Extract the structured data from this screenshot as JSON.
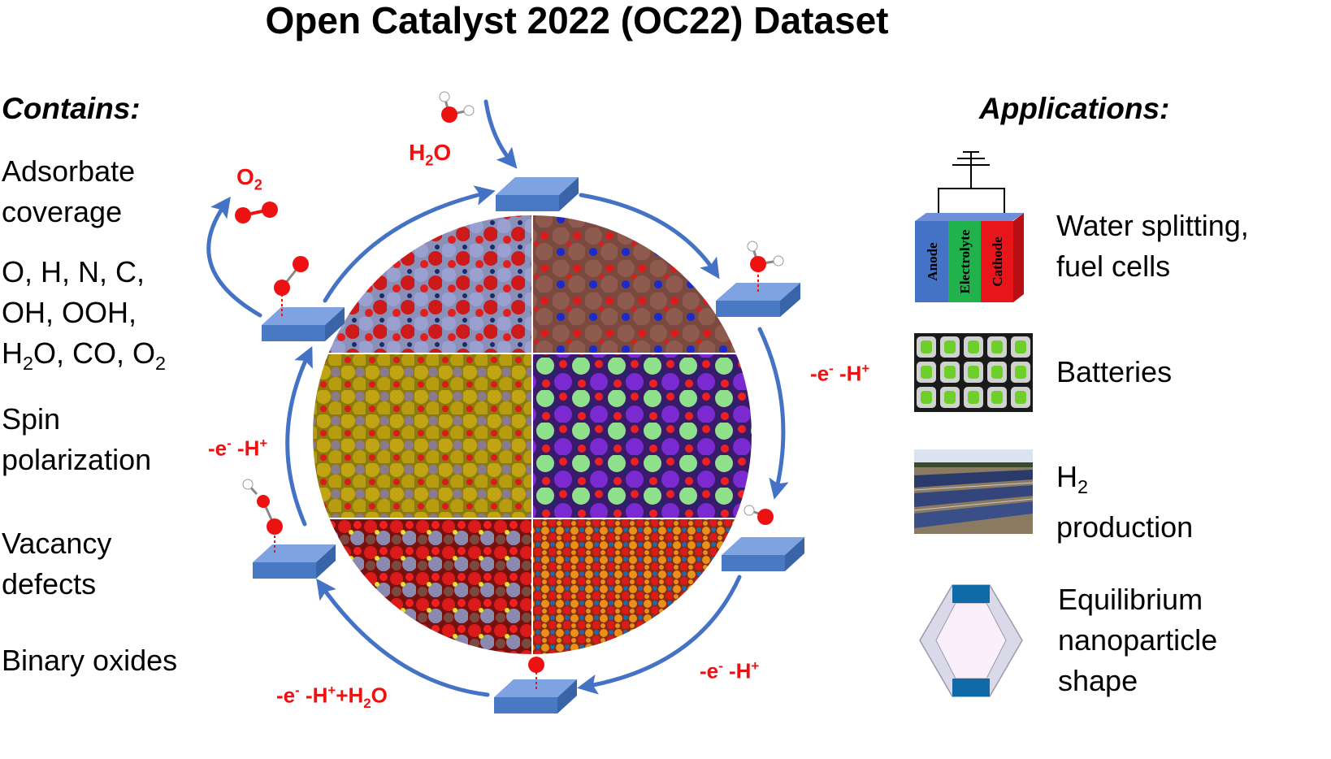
{
  "title": "Open Catalyst 2022 (OC22) Dataset",
  "contains": {
    "heading": "Contains:",
    "items": [
      {
        "line1": "Adsorbate",
        "line2": "coverage"
      },
      {
        "line1": "O, H, N, C,",
        "line2": "OH, OOH,",
        "line3a": "H",
        "line3sub": "2",
        "line3b": "O, CO, O",
        "line3sub2": "2"
      },
      {
        "line1": "Spin",
        "line2": "polarization"
      },
      {
        "line1": "Vacancy",
        "line2": "defects"
      },
      {
        "line1": "Binary oxides"
      }
    ]
  },
  "applications": {
    "heading": "Applications:",
    "items": [
      {
        "line1": "Water splitting,",
        "line2": "fuel cells"
      },
      {
        "line1": "Batteries"
      },
      {
        "line1a": "H",
        "line1sub": "2",
        "line2": "production"
      },
      {
        "line1": "Equilibrium",
        "line2": "nanoparticle",
        "line3": "shape"
      }
    ],
    "cell_labels": {
      "anode": "Anode",
      "electrolyte": "Electrolyte",
      "cathode": "Cathode"
    }
  },
  "cycle_labels": {
    "h2o": {
      "a": "H",
      "sub": "2",
      "b": "O"
    },
    "o2": {
      "a": "O",
      "sub": "2"
    },
    "step_right": {
      "a": "-e",
      "sup1": "-",
      "b": " -H",
      "sup2": "+"
    },
    "step_left": {
      "a": "-e",
      "sup1": "-",
      "b": " -H",
      "sup2": "+"
    },
    "step_bottom_right": {
      "a": "-e",
      "sup1": "-",
      "b": " -H",
      "sup2": "+"
    },
    "step_bottom_left": {
      "a": "-e",
      "sup1": "-",
      "b": " -H",
      "sup2": "+",
      "c": "+H",
      "sub": "2",
      "d": "O"
    }
  },
  "colors": {
    "accent_red": "#ee1111",
    "arrow_blue": "#4472c4",
    "slab_blue": "#5b8ad0",
    "anode": "#4472c4",
    "electrolyte": "#21b24b",
    "cathode": "#e8151b"
  },
  "icons": [
    "battery-ground-icon",
    "battery-cells-icon",
    "solar-panels-icon",
    "hexagon-nanoparticle-icon"
  ]
}
